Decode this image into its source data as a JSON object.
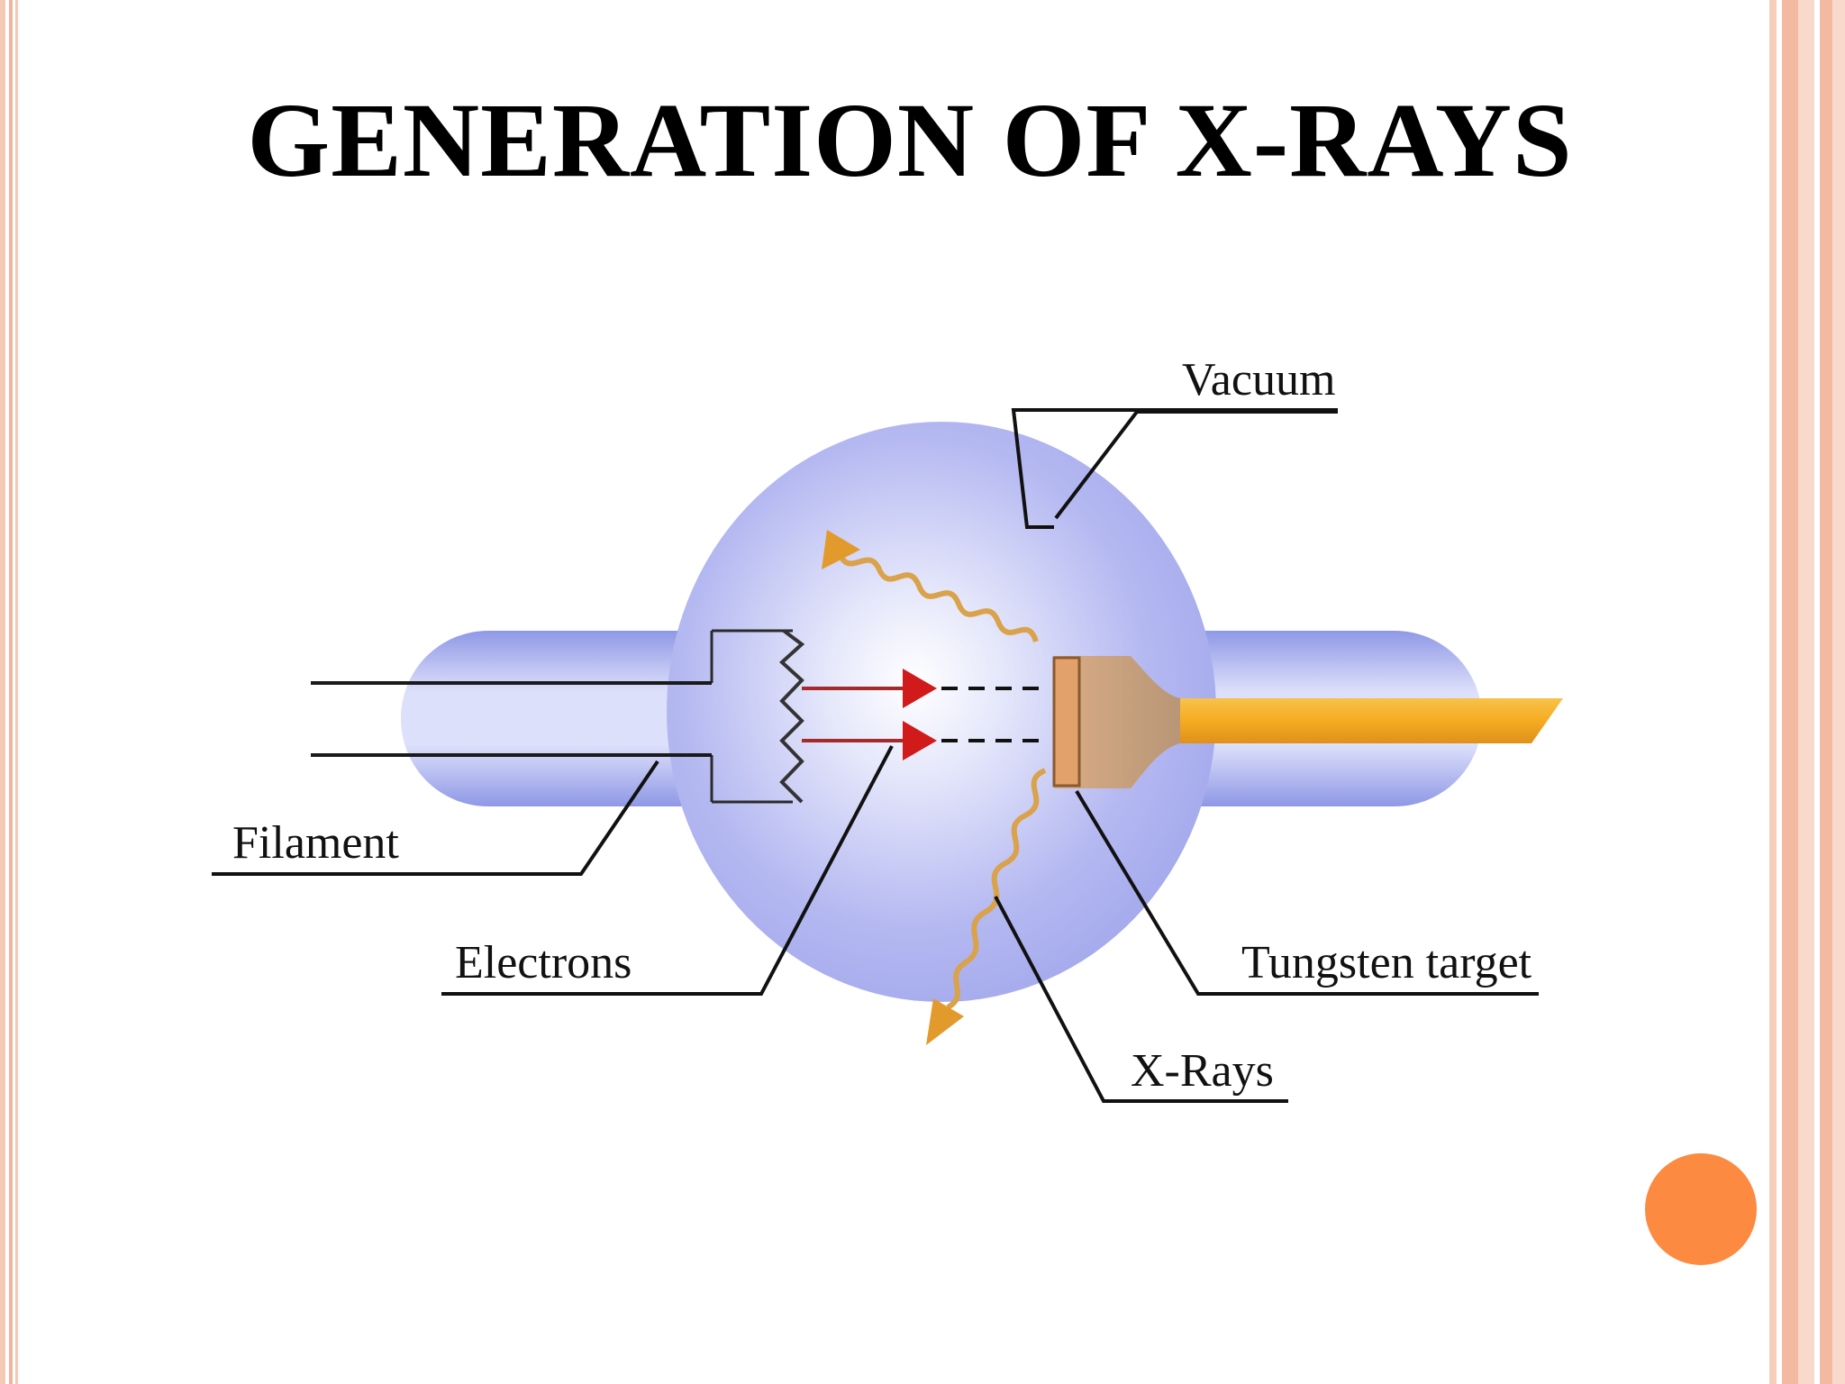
{
  "slide": {
    "title": "GENERATION OF X-RAYS",
    "accent_color": "#fc8a41",
    "border_color": "#f4b9a1"
  },
  "diagram": {
    "labels": {
      "vacuum": "Vacuum",
      "filament": "Filament",
      "electrons": "Electrons",
      "tungsten_target": "Tungsten target",
      "xrays": "X-Rays"
    },
    "colors": {
      "vacuum_globe": "#a9aef0",
      "tube": "#aab3ee",
      "target_face": "#e2a06a",
      "anode_head": "#c6a27e",
      "anode_rod": "#f5ac21",
      "electron_arrow": "#d11a1a",
      "xray_wave": "#d9a24b"
    }
  }
}
